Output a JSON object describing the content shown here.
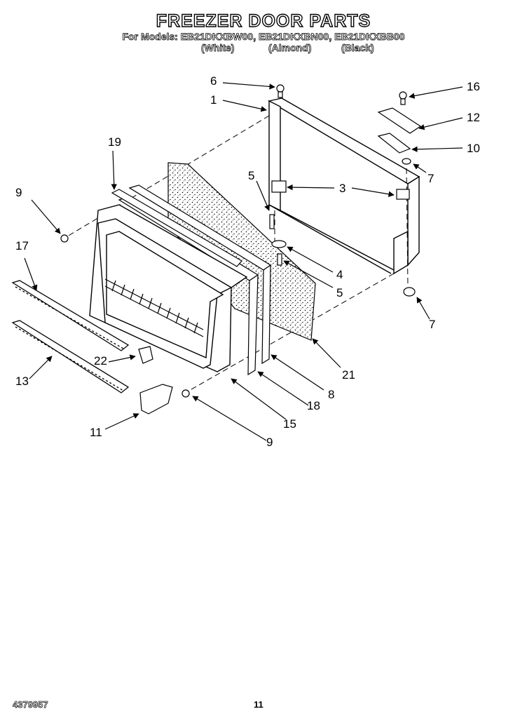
{
  "header": {
    "title": "FREEZER DOOR PARTS",
    "models_line": "For Models: EB21DKXBW00, EB21DKXBN00, EB21DKXBB00",
    "color_white": "(White)",
    "color_almond": "(Almond)",
    "color_black": "(Black)"
  },
  "callouts": {
    "p1": "1",
    "p3": "3",
    "p4": "4",
    "p5a": "5",
    "p5b": "5",
    "p6": "6",
    "p7a": "7",
    "p7b": "7",
    "p8": "8",
    "p9a": "9",
    "p9b": "9",
    "p10": "10",
    "p11": "11",
    "p12": "12",
    "p13": "13",
    "p15": "15",
    "p16": "16",
    "p17": "17",
    "p18": "18",
    "p19": "19",
    "p21": "21",
    "p22": "22"
  },
  "footer": {
    "doc_code": "4379957",
    "page_number": "11"
  }
}
